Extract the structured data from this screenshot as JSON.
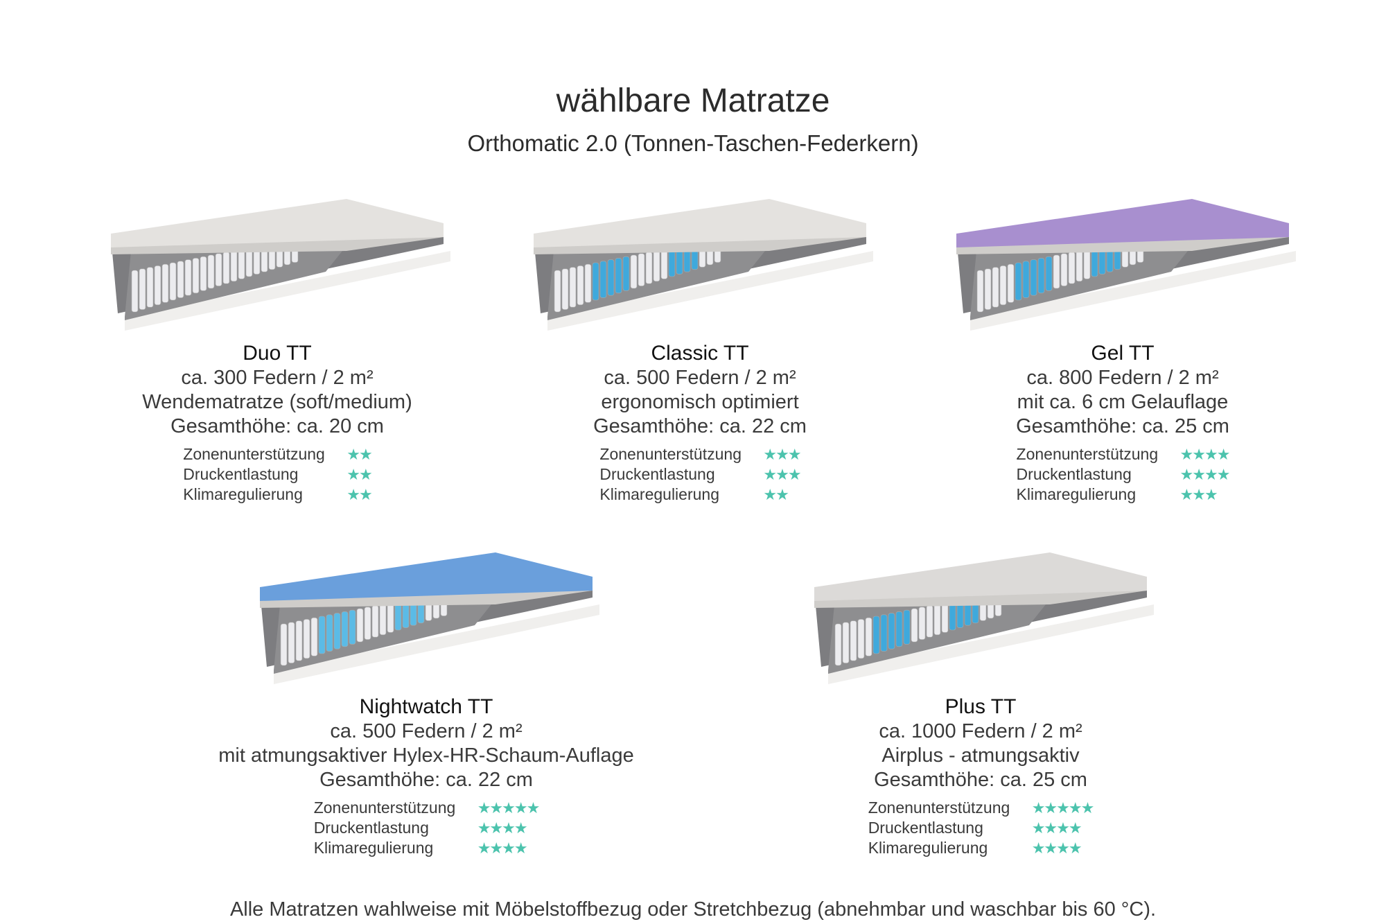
{
  "header": {
    "title": "wählbare Matratze",
    "subtitle": "Orthomatic 2.0 (Tonnen-Taschen-Federkern)"
  },
  "rating_labels": [
    "Zonenunterstützung",
    "Druckentlastung",
    "Klimaregulierung"
  ],
  "star_color": "#4cc3ad",
  "mattresses": [
    {
      "name": "Duo TT",
      "lines": [
        "ca. 300 Federn / 2 m²",
        "Wendematratze (soft/medium)",
        "Gesamthöhe: ca. 20 cm"
      ],
      "ratings": [
        2,
        2,
        2
      ],
      "stars": [
        "★★",
        "★★",
        "★★"
      ],
      "top_color": "#e4e2df",
      "spring_color": "#e8e8ea"
    },
    {
      "name": "Classic TT",
      "lines": [
        "ca. 500 Federn / 2 m²",
        "ergonomisch optimiert",
        "Gesamthöhe: ca. 22 cm"
      ],
      "ratings": [
        3,
        3,
        2
      ],
      "stars": [
        "★★★",
        "★★★",
        "★★"
      ],
      "top_color": "#e4e2df",
      "spring_color": "#3fa9dc"
    },
    {
      "name": "Gel TT",
      "lines": [
        "ca. 800 Federn / 2 m²",
        "mit ca. 6 cm Gelauflage",
        "Gesamthöhe: ca. 25 cm"
      ],
      "ratings": [
        4,
        4,
        3
      ],
      "stars": [
        "★★★★",
        "★★★★",
        "★★★"
      ],
      "top_color": "#a88fcf",
      "spring_color": "#3fa9dc"
    },
    {
      "name": "Nightwatch TT",
      "lines": [
        "ca. 500 Federn / 2 m²",
        "mit atmungsaktiver Hylex-HR-Schaum-Auflage",
        "Gesamthöhe: ca. 22 cm"
      ],
      "ratings": [
        5,
        4,
        4
      ],
      "stars": [
        "★★★★★",
        "★★★★",
        "★★★★"
      ],
      "top_color": "#6a9fdc",
      "spring_color": "#5bbbe6"
    },
    {
      "name": "Plus TT",
      "lines": [
        "ca. 1000 Federn / 2 m²",
        "Airplus - atmungsaktiv",
        "Gesamthöhe: ca. 25 cm"
      ],
      "ratings": [
        5,
        4,
        4
      ],
      "stars": [
        "★★★★★",
        "★★★★",
        "★★★★"
      ],
      "top_color": "#dcdad8",
      "spring_color": "#3fa9dc"
    }
  ],
  "footer": "Alle Matratzen wahlweise mit Möbelstoffbezug oder Stretchbezug (abnehmbar und waschbar bis 60 °C)."
}
